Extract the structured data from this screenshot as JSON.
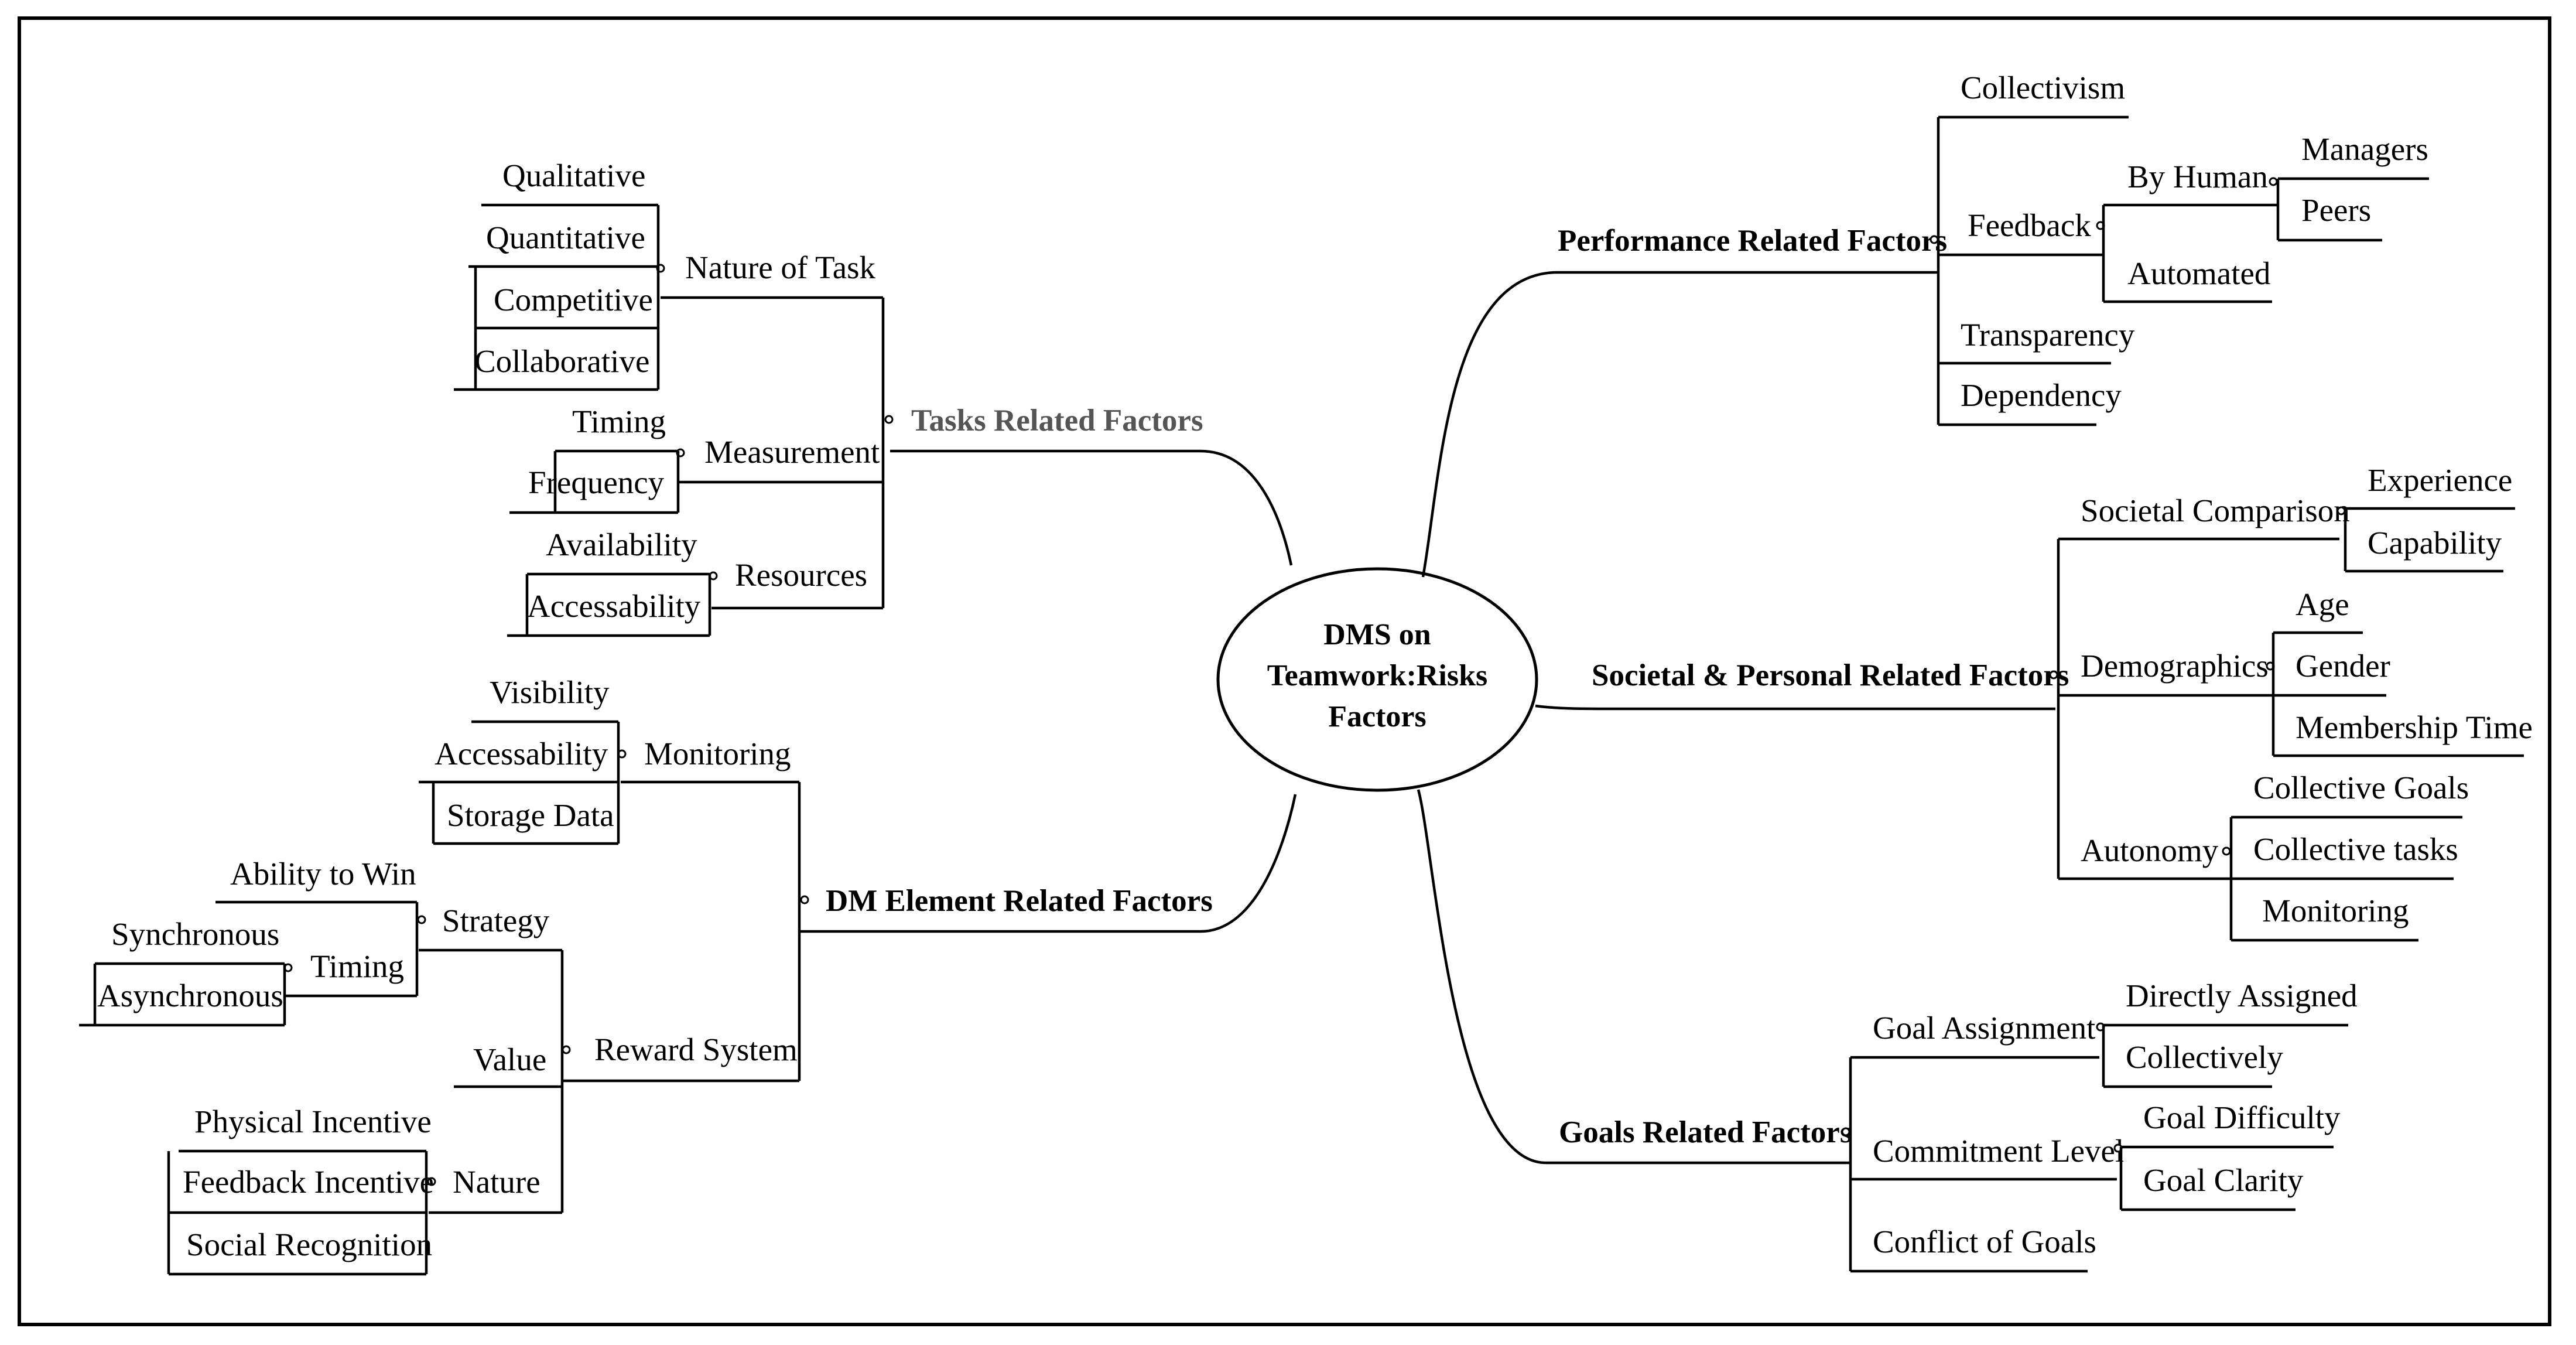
{
  "center": {
    "line1": "DMS on",
    "line2": "Teamwork:Risks",
    "line3": "Factors"
  },
  "tasks": {
    "title": "Tasks Related Factors",
    "nature": {
      "label": "Nature of Task",
      "items": [
        "Qualitative",
        "Quantitative",
        "Competitive",
        "Collaborative"
      ]
    },
    "measurement": {
      "label": "Measurement",
      "items": [
        "Timing",
        "Frequency"
      ]
    },
    "resources": {
      "label": "Resources",
      "items": [
        "Availability",
        "Accessability"
      ]
    }
  },
  "dm": {
    "title": "DM Element Related Factors",
    "monitoring": {
      "label": "Monitoring",
      "items": [
        "Visibility",
        "Accessability",
        "Storage Data"
      ]
    },
    "reward": {
      "label": "Reward System",
      "strategy": {
        "label": "Strategy",
        "ability": "Ability to Win",
        "timing": {
          "label": "Timing",
          "items": [
            "Synchronous",
            "Asynchronous"
          ]
        }
      },
      "value": "Value",
      "nature": {
        "label": "Nature",
        "items": [
          "Physical Incentive",
          "Feedback Incentive",
          "Social Recognition"
        ]
      }
    }
  },
  "performance": {
    "title": "Performance Related Factors",
    "collectivism": "Collectivism",
    "feedback": {
      "label": "Feedback",
      "byhuman": {
        "label": "By Human",
        "items": [
          "Managers",
          "Peers"
        ]
      },
      "automated": "Automated"
    },
    "transparency": "Transparency",
    "dependency": "Dependency"
  },
  "societal": {
    "title": "Societal  & Personal Related Factors",
    "comparison": {
      "label": "Societal Comparison",
      "items": [
        "Experience",
        "Capability"
      ]
    },
    "demographics": {
      "label": "Demographics",
      "items": [
        "Age",
        "Gender",
        "Membership Time"
      ]
    },
    "autonomy": {
      "label": "Autonomy",
      "items": [
        "Collective Goals",
        "Collective tasks",
        "Monitoring"
      ]
    }
  },
  "goals": {
    "title": "Goals Related Factors",
    "assignment": {
      "label": "Goal Assignment",
      "items": [
        "Directly Assigned",
        "Collectively"
      ]
    },
    "commitment": {
      "label": "Commitment Level",
      "items": [
        "Goal Difficulty",
        "Goal Clarity"
      ]
    },
    "conflict": "Conflict of Goals"
  }
}
